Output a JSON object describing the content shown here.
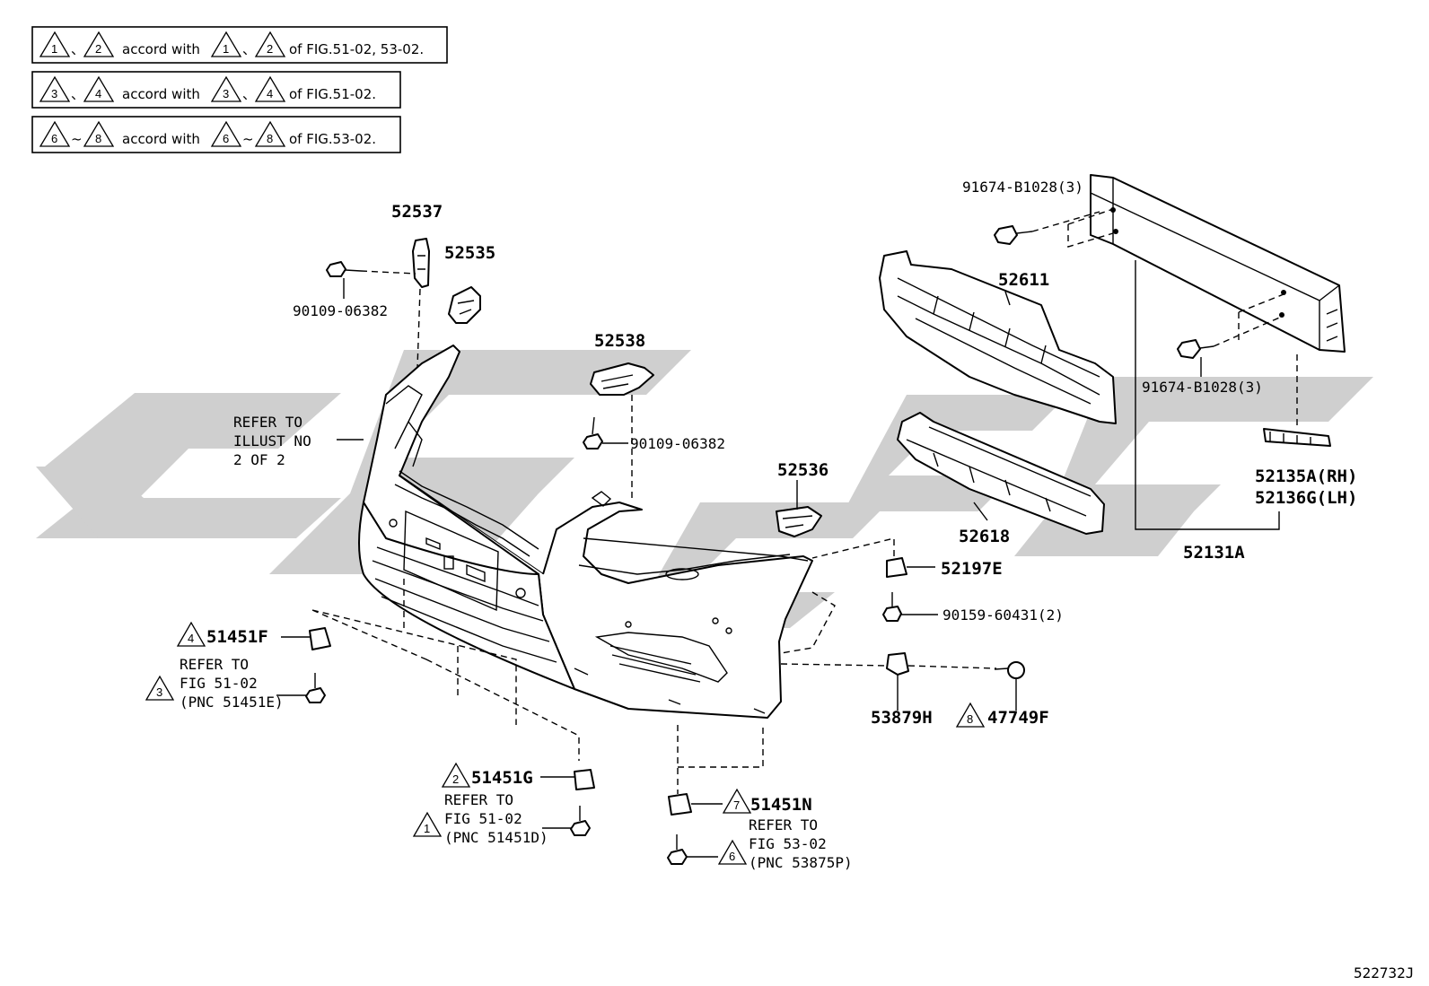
{
  "legend": [
    {
      "text": "accord with",
      "ref": "of FIG.51-02, 53-02.",
      "from": "1",
      "to": "2",
      "sep": "、"
    },
    {
      "text": "accord with",
      "ref": "of FIG.51-02.",
      "from": "3",
      "to": "4",
      "sep": "、"
    },
    {
      "text": "accord with",
      "ref": "of FIG.53-02.",
      "from": "6",
      "to": "8",
      "sep": "~"
    }
  ],
  "parts": {
    "p52537": "52537",
    "p52535": "52535",
    "p90109a": "90109-06382",
    "p52538": "52538",
    "p90109b": "90109-06382",
    "p52536": "52536",
    "p52611": "52611",
    "p52618": "52618",
    "p91674a": "91674-B1028(3)",
    "p91674b": "91674-B1028(3)",
    "p52135": "52135A(RH)",
    "p52136": "52136G(LH)",
    "p52131": "52131A",
    "p52197": "52197E",
    "p90159": "90159-60431(2)",
    "p53879": "53879H",
    "p47749": "47749F",
    "p51451F": "51451F",
    "p51451G": "51451G",
    "p51451N": "51451N"
  },
  "markers": {
    "m51451F": "4",
    "m51451G": "2",
    "m51451N": "7",
    "m47749F": "8",
    "mRef3": "3",
    "mRef1": "1",
    "mRef6": "6"
  },
  "notes": {
    "illust": [
      "REFER TO",
      "ILLUST NO",
      "2 OF 2"
    ],
    "ref3": [
      "REFER TO",
      "FIG 51-02",
      "(PNC 51451E)"
    ],
    "ref1": [
      "REFER TO",
      "FIG 51-02",
      "(PNC 51451D)"
    ],
    "ref6": [
      "REFER TO",
      "FIG 53-02",
      "(PNC 53875P)"
    ]
  },
  "figure_id": "522732J"
}
